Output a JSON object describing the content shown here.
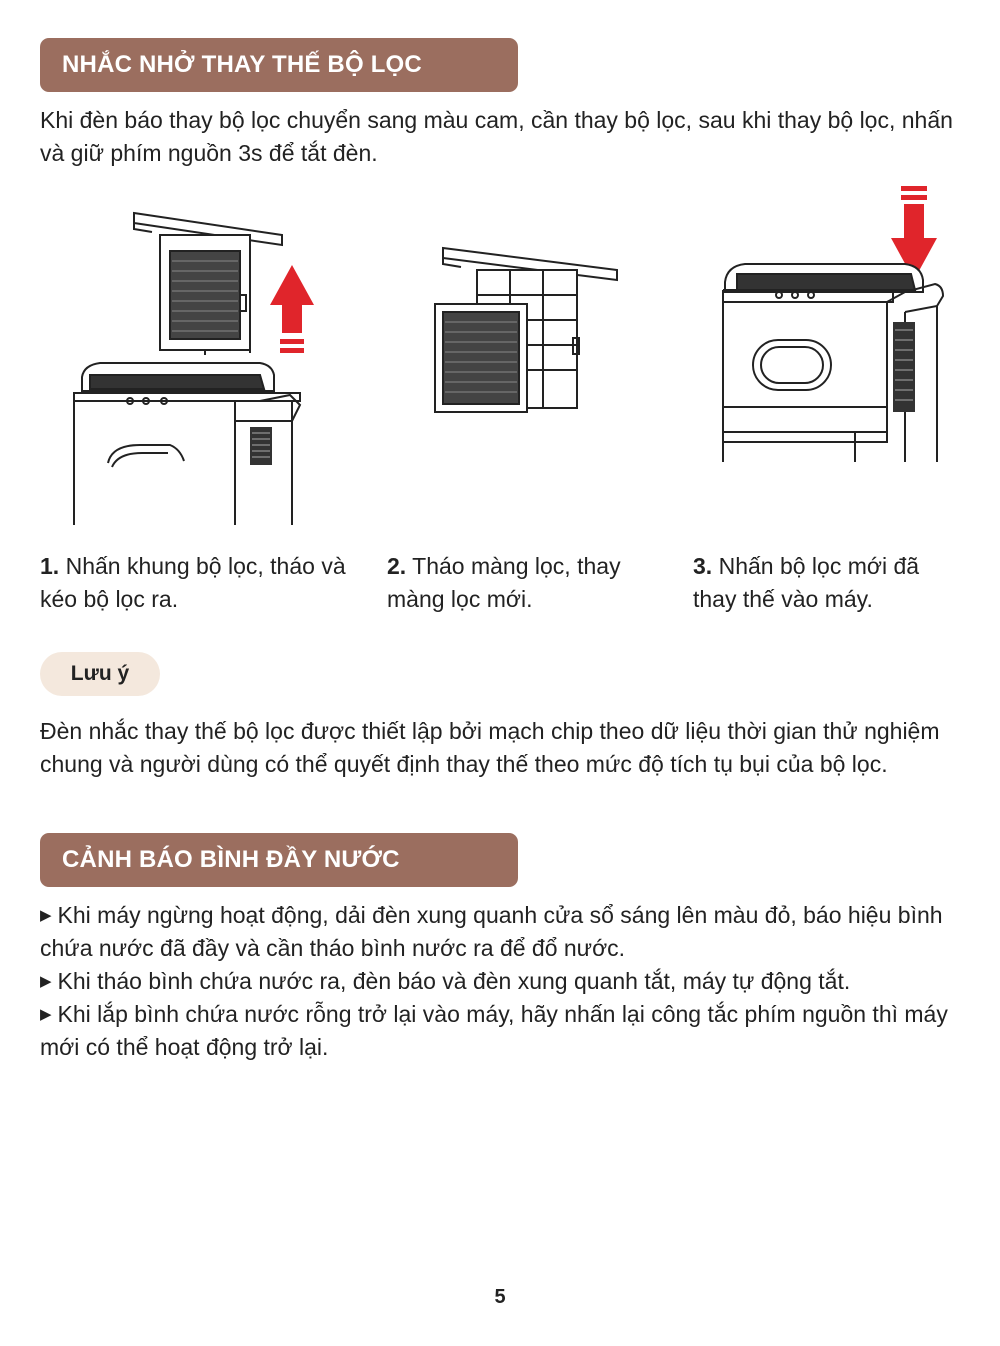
{
  "section1": {
    "title": "NHẮC NHỞ THAY THẾ BỘ LỌC",
    "intro": "Khi đèn báo thay bộ lọc chuyển sang màu cam, cần thay bộ lọc, sau khi thay bộ lọc, nhấn và giữ phím nguồn 3s để tắt đèn."
  },
  "steps": [
    {
      "num": "1.",
      "text": "Nhấn khung bộ lọc, tháo và kéo bộ lọc ra."
    },
    {
      "num": "2.",
      "text": "Tháo màng lọc, thay màng lọc mới."
    },
    {
      "num": "3.",
      "text": "Nhấn bộ lọc mới đã thay thế vào máy."
    }
  ],
  "note": {
    "label": "Lưu ý",
    "text": "Đèn nhắc thay thế bộ lọc được thiết lập bởi mạch chip theo dữ liệu thời gian thử nghiệm chung và người dùng có thể quyết định thay thế theo mức độ tích tụ bụi của bộ lọc."
  },
  "section2": {
    "title": "CẢNH BÁO BÌNH ĐẦY NƯỚC",
    "bullets": [
      "Khi máy ngừng hoạt động, dải đèn xung quanh cửa sổ sáng lên màu đỏ, báo hiệu bình chứa nước đã đầy và cần tháo bình nước ra để đổ nước.",
      "Khi tháo bình chứa nước ra, đèn báo và đèn xung quanh tắt, máy tự động tắt.",
      "Khi lắp bình chứa nước rỗng trở lại vào máy, hãy nhấn lại công tắc phím nguồn thì máy mới có thể hoạt động trở lại."
    ]
  },
  "page_number": "5",
  "colors": {
    "header_bg": "#9b6e5f",
    "note_bg": "#f4e8dd",
    "arrow_red": "#e0252b"
  },
  "icons": {
    "arrow_up": "arrow-up-icon",
    "arrow_down": "arrow-down-icon",
    "bullet": "triangle-bullet-icon"
  }
}
